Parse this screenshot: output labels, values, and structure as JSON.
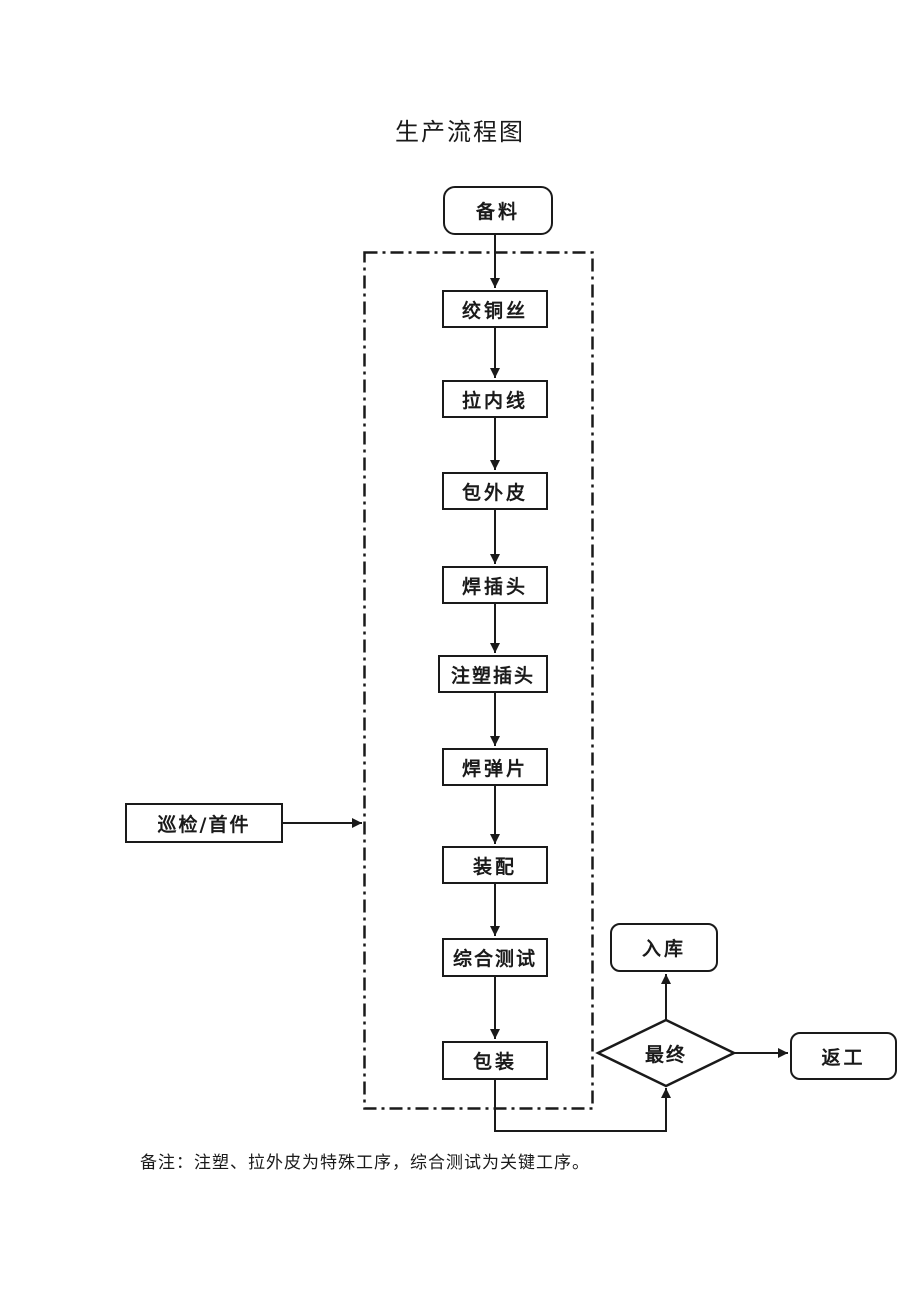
{
  "page": {
    "title": "生产流程图",
    "note": "备注：注塑、拉外皮为特殊工序，综合测试为关键工序。"
  },
  "flowchart": {
    "start": {
      "label": "备料",
      "shape": "rounded-rect"
    },
    "steps": [
      {
        "label": "绞铜丝"
      },
      {
        "label": "拉内线"
      },
      {
        "label": "包外皮"
      },
      {
        "label": "焊插头"
      },
      {
        "label": "注塑插头"
      },
      {
        "label": "焊弹片"
      },
      {
        "label": "装配"
      },
      {
        "label": "综合测试"
      },
      {
        "label": "包装"
      }
    ],
    "inspection": {
      "label": "巡检/首件",
      "shape": "rect"
    },
    "decision": {
      "label": "最终",
      "shape": "diamond"
    },
    "pass": {
      "label": "入库",
      "shape": "rounded-rect"
    },
    "fail": {
      "label": "返工",
      "shape": "rounded-rect"
    },
    "boundary": {
      "style": "dash-dot",
      "encloses": "绞铜丝…包装"
    },
    "edges": [
      {
        "from": "备料",
        "to": "绞铜丝"
      },
      {
        "from": "绞铜丝",
        "to": "拉内线"
      },
      {
        "from": "拉内线",
        "to": "包外皮"
      },
      {
        "from": "包外皮",
        "to": "焊插头"
      },
      {
        "from": "焊插头",
        "to": "注塑插头"
      },
      {
        "from": "注塑插头",
        "to": "焊弹片"
      },
      {
        "from": "焊弹片",
        "to": "装配"
      },
      {
        "from": "装配",
        "to": "综合测试"
      },
      {
        "from": "综合测试",
        "to": "包装"
      },
      {
        "from": "巡检/首件",
        "to": "生产过程边界"
      },
      {
        "from": "包装",
        "to": "最终"
      },
      {
        "from": "最终",
        "to": "入库"
      },
      {
        "from": "最终",
        "to": "返工"
      }
    ],
    "line_color": "#1a1a1a"
  }
}
